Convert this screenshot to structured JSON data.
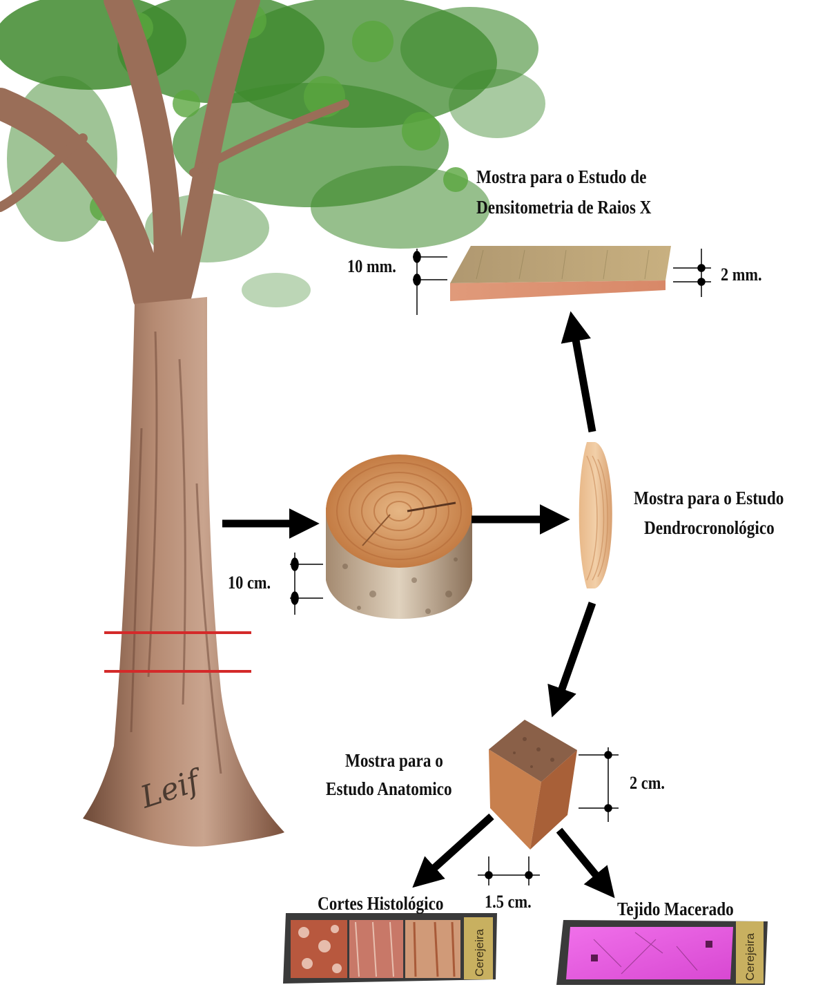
{
  "labels": {
    "densitometria": [
      "Mostra para o Estudo de",
      "Densitometria de Raios X"
    ],
    "dendro": [
      "Mostra para o Estudo",
      "Dendrocronológico"
    ],
    "anatomico": [
      "Mostra para o",
      "Estudo Anatomico"
    ],
    "cortes": "Cortes Histológico",
    "tejido": "Tejido Macerado",
    "dim_10mm": "10 mm.",
    "dim_2mm": "2 mm.",
    "dim_10cm": "10 cm.",
    "dim_2cm": "2 cm.",
    "dim_1_5cm": "1.5 cm.",
    "slide_label_1": "Cerejeira",
    "slide_label_2": "Cerejeira",
    "carving": "Leif"
  },
  "colors": {
    "cut_line": "#d42a2a",
    "arrow": "#000000",
    "bark": "#a07058",
    "wood": "#d89a5e",
    "leaf": "#3f8a2e",
    "slide_pink": "#e85ae0"
  }
}
